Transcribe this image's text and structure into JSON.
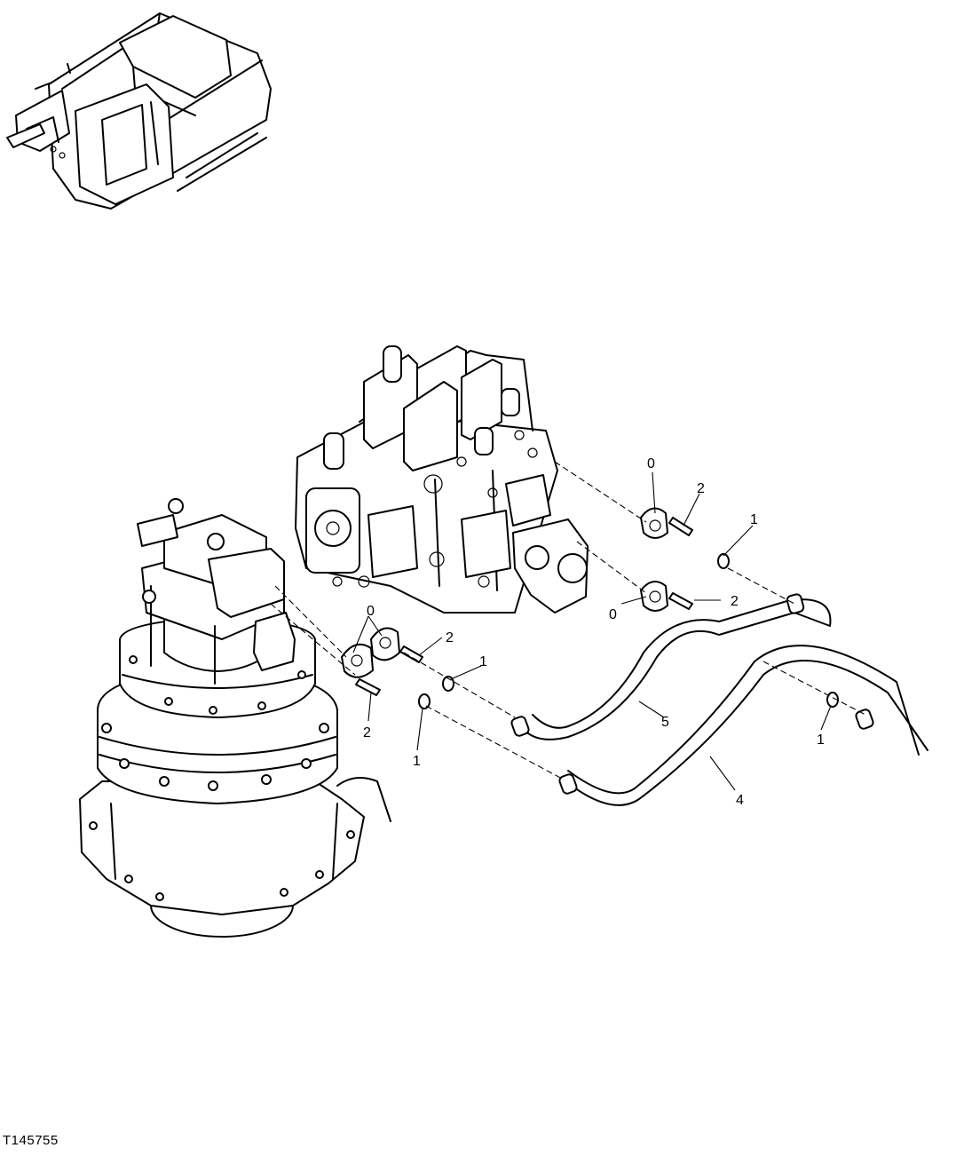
{
  "figure": {
    "id": "T145755"
  },
  "callouts": [
    {
      "key": "c0a",
      "text": "0"
    },
    {
      "key": "c2a",
      "text": "2"
    },
    {
      "key": "c1a",
      "text": "1"
    },
    {
      "key": "c2b",
      "text": "2"
    },
    {
      "key": "c0b",
      "text": "0"
    },
    {
      "key": "c0c",
      "text": "0"
    },
    {
      "key": "c2c",
      "text": "2"
    },
    {
      "key": "c1b",
      "text": "1"
    },
    {
      "key": "c5",
      "text": "5"
    },
    {
      "key": "c1c",
      "text": "1"
    },
    {
      "key": "c2d",
      "text": "2"
    },
    {
      "key": "c1d",
      "text": "1"
    },
    {
      "key": "c4",
      "text": "4"
    }
  ]
}
